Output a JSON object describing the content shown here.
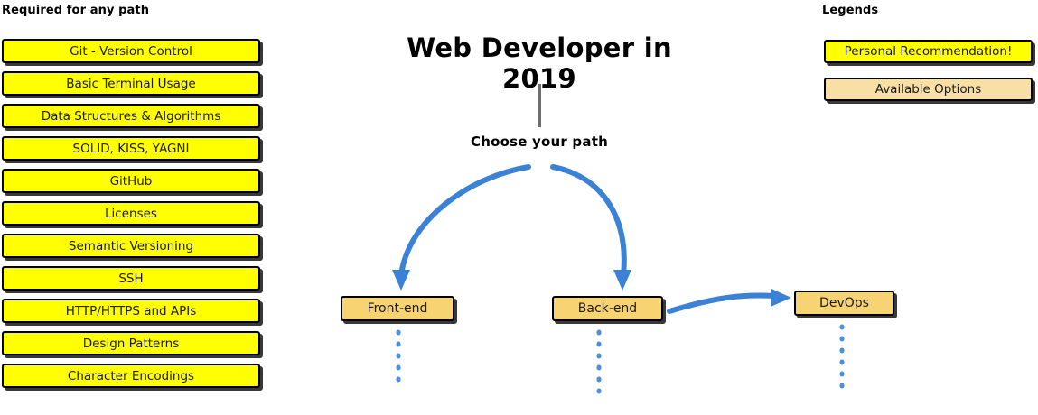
{
  "page": {
    "title": "Web Developer in 2019",
    "background_color": "#FFFFFF"
  },
  "colors": {
    "recommendation_yellow": "#FFFF00",
    "available_tan": "#F7D372",
    "legend_tan_light": "#F7DFA5",
    "arrow_blue": "#3B82D6",
    "dotted_blue": "#4A8FE0",
    "stem_gray": "#6E6E6E",
    "outline_black": "#000000"
  },
  "required_section": {
    "heading": "Required for any path",
    "items": [
      {
        "label": "Git - Version Control",
        "style": "yellow"
      },
      {
        "label": "Basic Terminal Usage",
        "style": "yellow"
      },
      {
        "label": "Data Structures & Algorithms",
        "style": "yellow"
      },
      {
        "label": "SOLID, KISS, YAGNI",
        "style": "yellow"
      },
      {
        "label": "GitHub",
        "style": "yellow"
      },
      {
        "label": "Licenses",
        "style": "yellow"
      },
      {
        "label": "Semantic Versioning",
        "style": "yellow"
      },
      {
        "label": "SSH",
        "style": "yellow"
      },
      {
        "label": "HTTP/HTTPS and APIs",
        "style": "yellow"
      },
      {
        "label": "Design Patterns",
        "style": "yellow"
      },
      {
        "label": "Character Encodings",
        "style": "yellow"
      }
    ]
  },
  "legend_section": {
    "heading": "Legends",
    "items": [
      {
        "label": "Personal Recommendation!",
        "style": "yellow"
      },
      {
        "label": "Available Options",
        "style": "tanlight"
      }
    ]
  },
  "flow": {
    "choose_label": "Choose your path",
    "nodes": [
      {
        "id": "frontend",
        "label": "Front-end",
        "style": "tan"
      },
      {
        "id": "backend",
        "label": "Back-end",
        "style": "tan"
      },
      {
        "id": "devops",
        "label": "DevOps",
        "style": "tan"
      }
    ],
    "connectors": [
      {
        "from": "title",
        "to": "choose",
        "kind": "stem-line",
        "color": "#6E6E6E"
      },
      {
        "from": "choose",
        "to": "frontend",
        "kind": "curved-arrow",
        "color": "#3B82D6"
      },
      {
        "from": "choose",
        "to": "backend",
        "kind": "curved-arrow",
        "color": "#3B82D6"
      },
      {
        "from": "backend",
        "to": "devops",
        "kind": "curved-arrow",
        "color": "#3B82D6"
      }
    ],
    "continuations": [
      {
        "under": "frontend",
        "kind": "dotted-line",
        "color": "#4A8FE0"
      },
      {
        "under": "backend",
        "kind": "dotted-line",
        "color": "#4A8FE0"
      },
      {
        "under": "devops",
        "kind": "dotted-line",
        "color": "#4A8FE0"
      }
    ]
  }
}
